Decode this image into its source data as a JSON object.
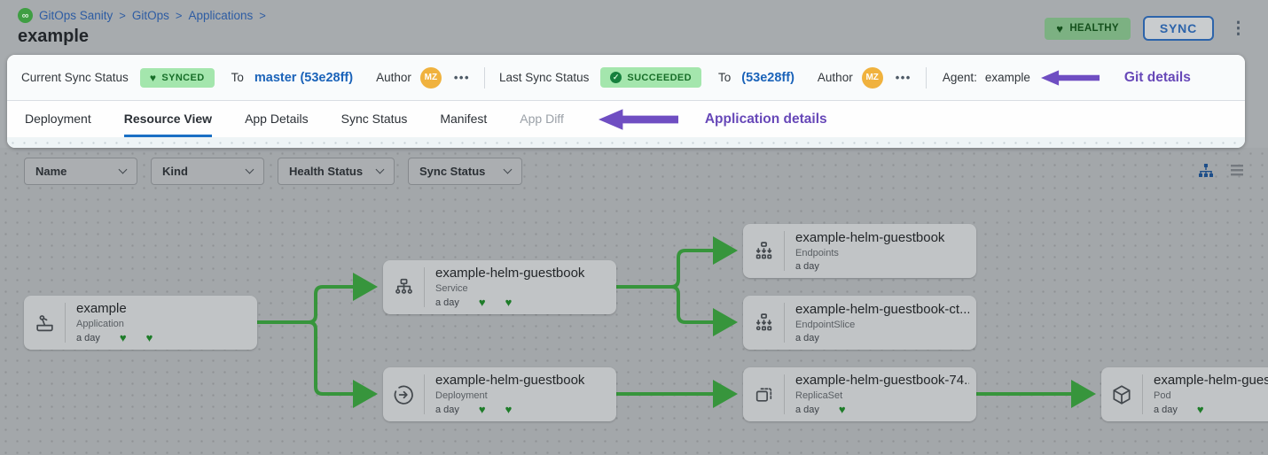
{
  "breadcrumb": {
    "logo_icon": "gitops-infinity-logo",
    "items": [
      "GitOps Sanity",
      "GitOps",
      "Applications"
    ],
    "separator": ">"
  },
  "page_title": "example",
  "header_actions": {
    "health_badge": {
      "label": "HEALTHY",
      "icon": "heart"
    },
    "sync_button": "SYNC",
    "menu_icon": "⋮"
  },
  "sync_bar": {
    "current": {
      "label": "Current Sync Status",
      "badge": "SYNCED",
      "to": "To",
      "revision": "master (53e28ff)",
      "author": "Author",
      "avatar": "MZ",
      "more": "•••"
    },
    "last": {
      "label": "Last Sync Status",
      "badge": "SUCCEEDED",
      "to": "To",
      "revision": "(53e28ff)",
      "author": "Author",
      "avatar": "MZ",
      "more": "•••"
    },
    "agent_label": "Agent:",
    "agent_value": "example",
    "annotation": "Git details"
  },
  "tabs": {
    "items": [
      {
        "label": "Deployment",
        "state": "normal"
      },
      {
        "label": "Resource View",
        "state": "active"
      },
      {
        "label": "App Details",
        "state": "normal"
      },
      {
        "label": "Sync Status",
        "state": "normal"
      },
      {
        "label": "Manifest",
        "state": "normal"
      },
      {
        "label": "App Diff",
        "state": "disabled"
      }
    ],
    "annotation": "Application details"
  },
  "filters": {
    "dropdowns": [
      "Name",
      "Kind",
      "Health Status",
      "Sync Status"
    ]
  },
  "view_toggles": [
    {
      "name": "tree-view",
      "active": true
    },
    {
      "name": "list-view",
      "active": false
    }
  ],
  "tree": {
    "nodes": [
      {
        "title": "example",
        "kind": "Application",
        "age": "a day",
        "hearts": 2,
        "icon": "application"
      },
      {
        "title": "example-helm-guestbook",
        "kind": "Service",
        "age": "a day",
        "hearts": 2,
        "icon": "service"
      },
      {
        "title": "example-helm-guestbook",
        "kind": "Deployment",
        "age": "a day",
        "hearts": 2,
        "icon": "deployment"
      },
      {
        "title": "example-helm-guestbook",
        "kind": "Endpoints",
        "age": "a day",
        "hearts": 0,
        "icon": "endpoints"
      },
      {
        "title": "example-helm-guestbook-ct...",
        "kind": "EndpointSlice",
        "age": "a day",
        "hearts": 0,
        "icon": "endpointslice"
      },
      {
        "title": "example-helm-guestbook-74...",
        "kind": "ReplicaSet",
        "age": "a day",
        "hearts": 1,
        "icon": "replicaset"
      },
      {
        "title": "example-helm-guest",
        "kind": "Pod",
        "age": "a day",
        "hearts": 1,
        "icon": "pod"
      }
    ]
  },
  "colors": {
    "accent_blue": "#1a6fc4",
    "badge_green_bg": "#a4e6ad",
    "badge_green_text": "#176e28",
    "healthy_badge_bg": "#7cb182",
    "annotation_purple": "#6f4ec2",
    "edge_green": "#37953c",
    "avatar_orange": "#f0b23e",
    "heart_green": "#1e7c29"
  }
}
